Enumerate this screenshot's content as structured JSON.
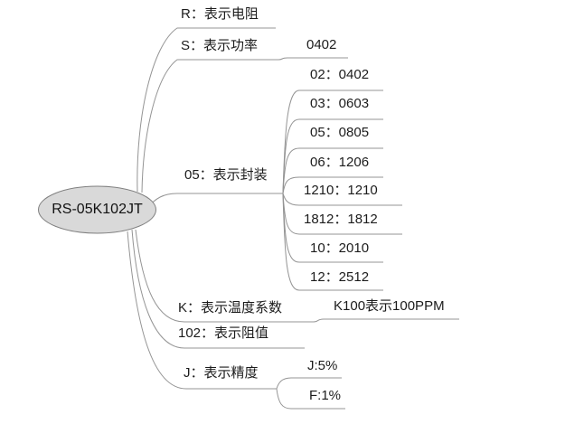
{
  "root": {
    "label": "RS-05K102JT"
  },
  "branches": [
    {
      "label": "R：表示电阻",
      "children": []
    },
    {
      "label": "S：表示功率",
      "children": [
        {
          "label": "0402"
        }
      ]
    },
    {
      "label": "05：表示封装",
      "children": [
        {
          "label": "02：0402"
        },
        {
          "label": "03：0603"
        },
        {
          "label": "05：0805"
        },
        {
          "label": "06：1206"
        },
        {
          "label": "1210：1210"
        },
        {
          "label": "1812：1812"
        },
        {
          "label": "10：2010"
        },
        {
          "label": "12：2512"
        }
      ]
    },
    {
      "label": "K：表示温度系数",
      "children": [
        {
          "label": "K100表示100PPM"
        }
      ]
    },
    {
      "label": "102：表示阻值",
      "children": []
    },
    {
      "label": "J：表示精度",
      "children": [
        {
          "label": "J:5%"
        },
        {
          "label": "F:1%"
        }
      ]
    }
  ],
  "colors": {
    "root_fill": "#d9d9d9",
    "root_border": "#7f7f7f",
    "connector_line": "#949494",
    "text": "#1c1c1c",
    "background": "#ffffff"
  }
}
